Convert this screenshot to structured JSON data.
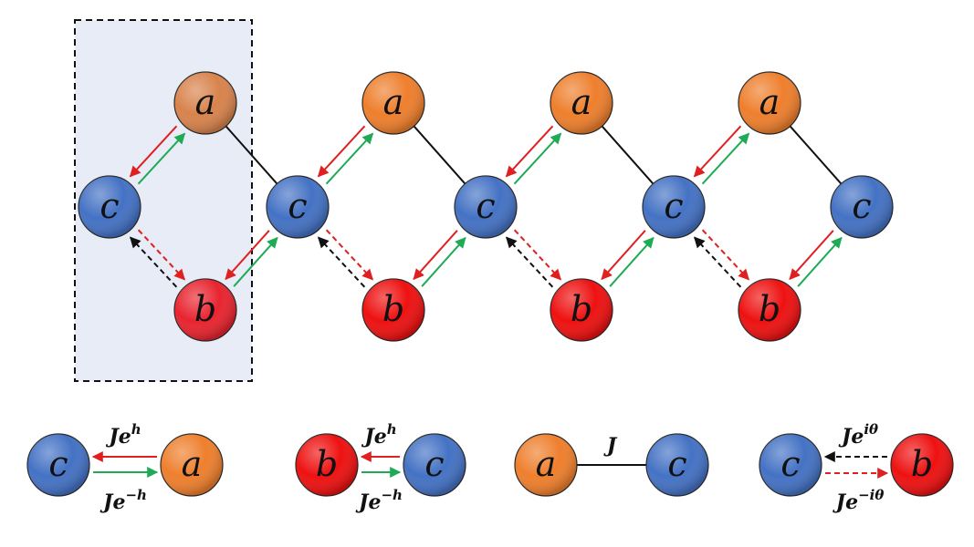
{
  "colors": {
    "site_a": "#ee7f2d",
    "site_a_cell": "#d8834c",
    "site_b": "#ee1111",
    "site_b_cell": "#e8242f",
    "site_c": "#4472c4",
    "arrow_red": "#e02020",
    "arrow_green": "#1faa55",
    "arrow_black": "#111111",
    "bond": "#111111",
    "unit_cell_fill": "#e8ecf6",
    "unit_cell_border": "#111111"
  },
  "lattice": {
    "columns": [
      {
        "a": "a",
        "c": "c",
        "b": "b"
      },
      {
        "a": "a",
        "c": "c",
        "b": "b"
      },
      {
        "a": "a",
        "c": "c",
        "b": "b"
      },
      {
        "a": "a",
        "c": "c",
        "b": "b"
      }
    ],
    "last_c": "c"
  },
  "legend": [
    {
      "type": "nonreciprocal",
      "left": "c",
      "right": "a",
      "top_label": {
        "base": "Je",
        "sup": "h"
      },
      "bottom_label": {
        "base": "Je",
        "sup": "−h"
      }
    },
    {
      "type": "nonreciprocal",
      "left": "b",
      "right": "c",
      "top_label": {
        "base": "Je",
        "sup": "h"
      },
      "bottom_label": {
        "base": "Je",
        "sup": "−h"
      }
    },
    {
      "type": "reciprocal",
      "left": "a",
      "right": "c",
      "label": "J"
    },
    {
      "type": "phase",
      "left": "c",
      "right": "b",
      "top_label": {
        "base": "Je",
        "sup": "iθ"
      },
      "bottom_label": {
        "base": "Je",
        "sup": "−iθ"
      }
    }
  ]
}
